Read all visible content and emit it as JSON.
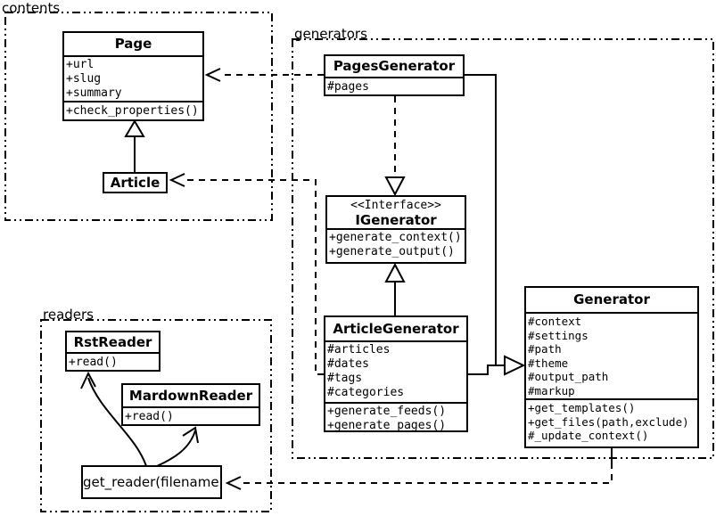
{
  "colors": {
    "line": "#000000",
    "background": "#ffffff"
  },
  "packages": {
    "contents": {
      "label": "contents"
    },
    "generators": {
      "label": "generators"
    },
    "readers": {
      "label": "readers"
    }
  },
  "classes": {
    "page": {
      "name": "Page",
      "attributes": [
        "+url",
        "+slug",
        "+summary"
      ],
      "methods": [
        "+check_properties()"
      ]
    },
    "article": {
      "name": "Article"
    },
    "pages_generator": {
      "name": "PagesGenerator",
      "attributes": [
        "#pages"
      ]
    },
    "igenerator": {
      "stereotype": "<<Interface>>",
      "name": "IGenerator",
      "methods": [
        "+generate_context()",
        "+generate_output()"
      ]
    },
    "article_generator": {
      "name": "ArticleGenerator",
      "attributes": [
        "#articles",
        "#dates",
        "#tags",
        "#categories"
      ],
      "methods": [
        "+generate_feeds()",
        "+generate_pages()"
      ]
    },
    "generator": {
      "name": "Generator",
      "attributes": [
        "#context",
        "#settings",
        "#path",
        "#theme",
        "#output_path",
        "#markup"
      ],
      "methods": [
        "+get_templates()",
        "+get_files(path,exclude)",
        "#_update_context()"
      ]
    },
    "rst_reader": {
      "name": "RstReader",
      "methods": [
        "+read()"
      ]
    },
    "mardown_reader": {
      "name": "MardownReader",
      "methods": [
        "+read()"
      ]
    },
    "get_reader": {
      "name": "get_reader(filename)"
    }
  }
}
